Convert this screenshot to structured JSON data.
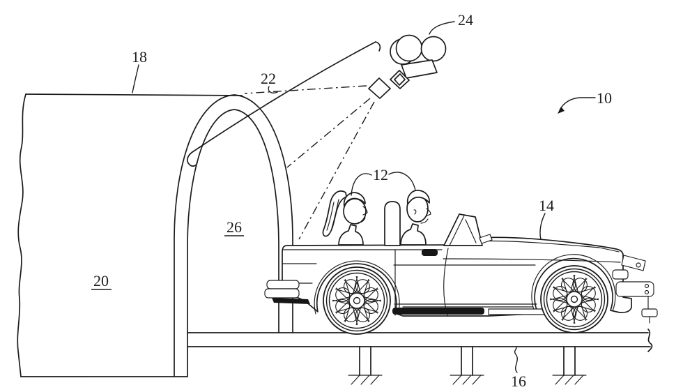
{
  "figure": {
    "type": "patent-line-drawing",
    "background": "#ffffff",
    "ink": "#1b1b1b",
    "labels": {
      "l10": {
        "text": "10",
        "underlined": false
      },
      "l12": {
        "text": "12",
        "underlined": false
      },
      "l14": {
        "text": "14",
        "underlined": false
      },
      "l16": {
        "text": "16",
        "underlined": false
      },
      "l18": {
        "text": "18",
        "underlined": false
      },
      "l20": {
        "text": "20",
        "underlined": true
      },
      "l22": {
        "text": "22",
        "underlined": false
      },
      "l24": {
        "text": "24",
        "underlined": false
      },
      "l26": {
        "text": "26",
        "underlined": true
      }
    }
  }
}
